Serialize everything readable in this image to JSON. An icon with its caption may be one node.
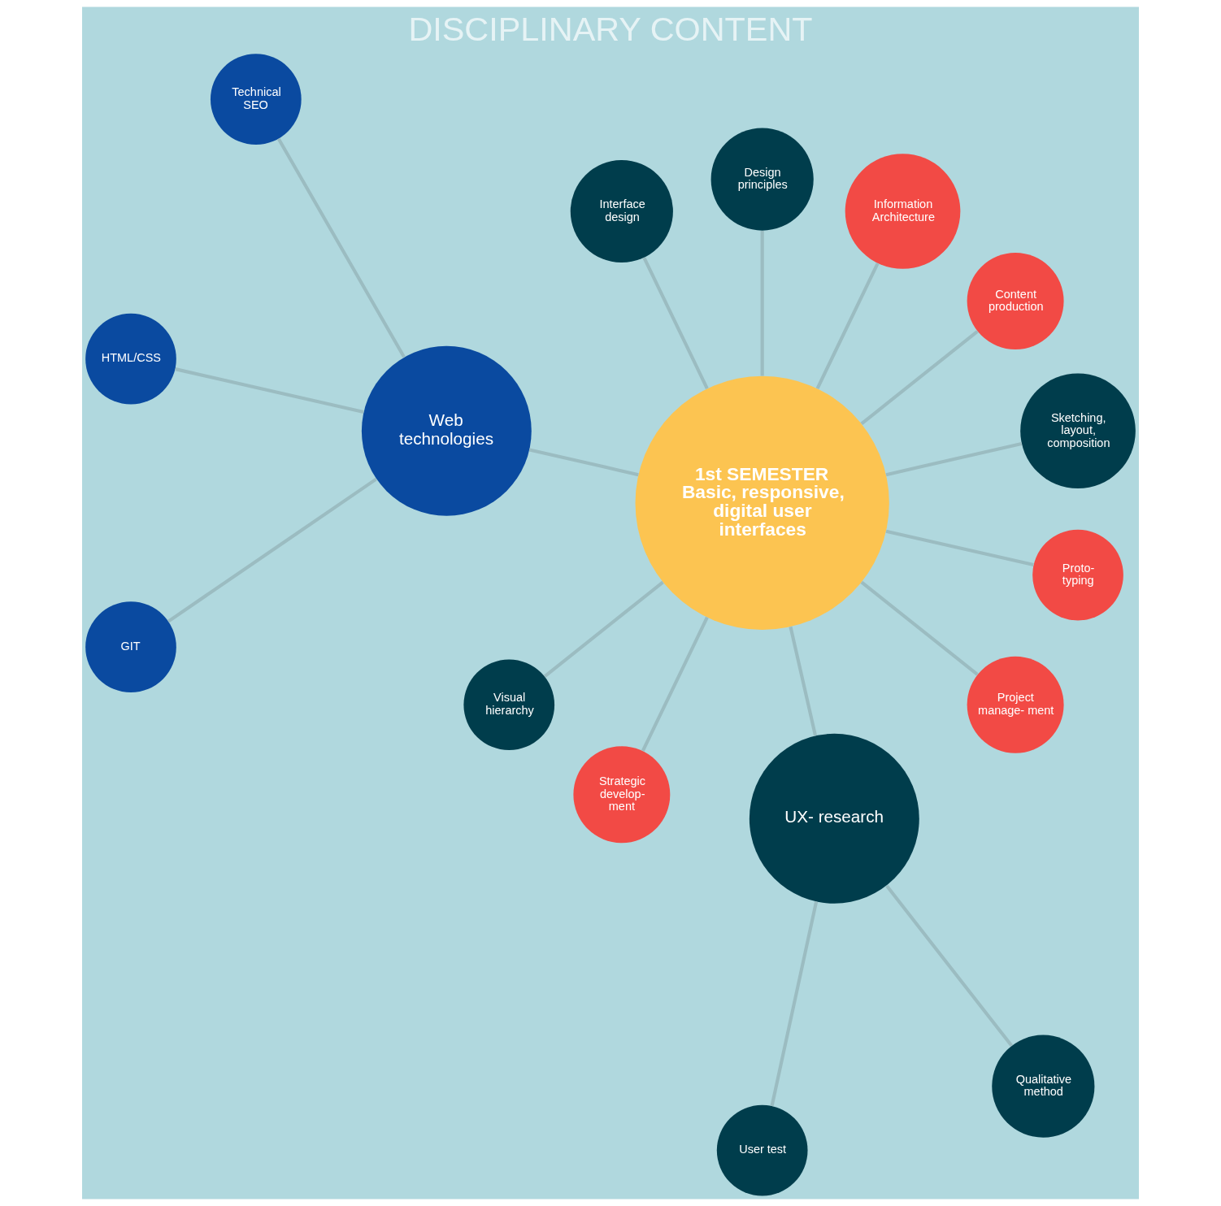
{
  "diagram": {
    "title": "DISCIPLINARY CONTENT",
    "nodes": [
      {
        "text": [
          "Sketching, layout, composition"
        ]
      },
      {
        "text": [
          "Content production"
        ]
      },
      {
        "text": [
          "Technical SEO"
        ]
      },
      {
        "text": [
          "Information Architecture"
        ]
      },
      {
        "text": [
          "Design principles"
        ]
      },
      {
        "text": [
          "HTML/CSS"
        ]
      },
      {
        "text": [
          "Interface design"
        ]
      },
      {
        "text": [
          "Web technologies"
        ]
      },
      {
        "text": [
          "Visual hierarchy"
        ]
      },
      {
        "text": [
          "GIT"
        ]
      },
      {
        "text": [
          "1st SEMESTER",
          "Basic, responsive, digital user interfaces"
        ]
      },
      {
        "text": [
          "Strategic develop- ment"
        ]
      },
      {
        "text": [
          "UX- research"
        ]
      },
      {
        "text": [
          "Project manage- ment"
        ]
      },
      {
        "text": [
          "Proto- typing"
        ]
      },
      {
        "text": [
          "User test"
        ]
      },
      {
        "text": [
          "Qualitative method"
        ]
      }
    ],
    "edges": [
      {
        "from": 10,
        "to": 0,
        "arrow": "none"
      },
      {
        "from": 10,
        "to": 1,
        "arrow": "none"
      },
      {
        "from": 10,
        "to": 3,
        "arrow": "none"
      },
      {
        "from": 10,
        "to": 4,
        "arrow": "none"
      },
      {
        "from": 10,
        "to": 6,
        "arrow": "none"
      },
      {
        "from": 10,
        "to": 7,
        "arrow": "none"
      },
      {
        "from": 10,
        "to": 8,
        "arrow": "none"
      },
      {
        "from": 7,
        "to": 2,
        "arrow": "none"
      },
      {
        "from": 7,
        "to": 5,
        "arrow": "none"
      },
      {
        "from": 7,
        "to": 9,
        "arrow": "none"
      },
      {
        "from": 10,
        "to": 11,
        "arrow": "none"
      },
      {
        "from": 10,
        "to": 12,
        "arrow": "none"
      },
      {
        "from": 10,
        "to": 13,
        "arrow": "none"
      },
      {
        "from": 10,
        "to": 14,
        "arrow": "none"
      },
      {
        "from": 12,
        "to": 15,
        "arrow": "none"
      },
      {
        "from": 12,
        "to": 16,
        "arrow": "none"
      }
    ]
  }
}
